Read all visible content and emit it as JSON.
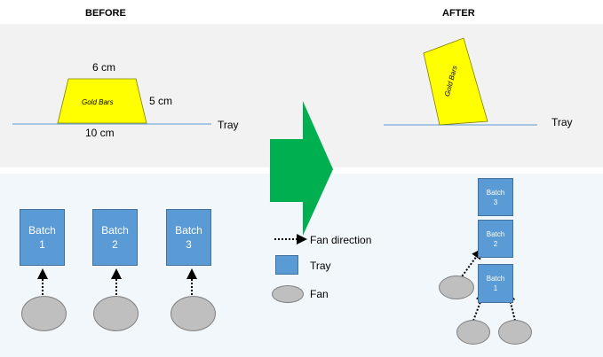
{
  "headers": {
    "before": "BEFORE",
    "after": "AFTER"
  },
  "before_section": {
    "top_dim": "6 cm",
    "side_dim": "5 cm",
    "bottom_dim": "10 cm",
    "bar_label": "Gold Bars",
    "tray_label": "Tray",
    "batches": [
      {
        "line1": "Batch",
        "line2": "1"
      },
      {
        "line1": "Batch",
        "line2": "2"
      },
      {
        "line1": "Batch",
        "line2": "3"
      }
    ]
  },
  "after_section": {
    "bar_label": "Gold Bars",
    "tray_label": "Tray",
    "stack": [
      {
        "line1": "Batch",
        "line2": "3"
      },
      {
        "line1": "Batch",
        "line2": "2"
      },
      {
        "line1": "Batch",
        "line2": "1"
      }
    ]
  },
  "legend": {
    "fan_direction": "Fan direction",
    "tray": "Tray",
    "fan": "Fan"
  },
  "colors": {
    "gold": "#ffff00",
    "tray_box": "#5b9bd5",
    "arrow": "#00b050",
    "fan": "#bfbfbf",
    "tray_line": "#5b9bd5"
  }
}
